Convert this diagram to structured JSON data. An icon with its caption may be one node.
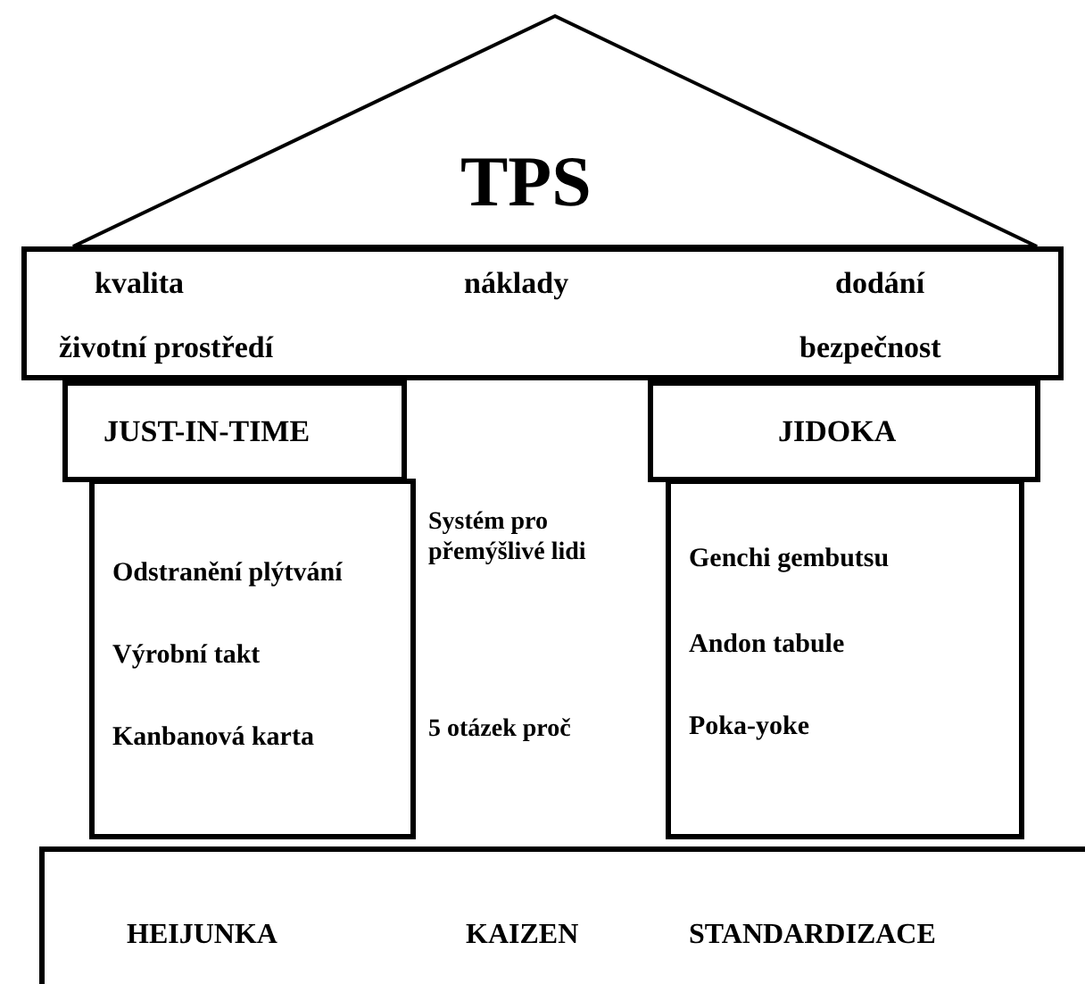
{
  "diagram": {
    "nodes": [
      {
        "text": [
          "TPS"
        ]
      },
      {
        "text": [
          "kvalita",
          "náklady",
          "dodání",
          "životní prostředí",
          "bezpečnost"
        ]
      },
      {
        "text": [
          "JUST-IN-TIME"
        ]
      },
      {
        "text": [
          "JIDOKA"
        ]
      },
      {
        "text": [
          "Odstranění plýtvání",
          "Výrobní takt",
          "Kanbanová karta"
        ]
      },
      {
        "text": [
          "Genchi gembutsu",
          "Andon tabule",
          "Poka-yoke"
        ]
      },
      {
        "text": [
          "HEIJUNKA",
          "KAIZEN",
          "STANDARDIZACE"
        ]
      }
    ],
    "edges": [],
    "labels": [
      "Systém pro přemýšlivé lidi",
      "5 otázek proč"
    ]
  }
}
